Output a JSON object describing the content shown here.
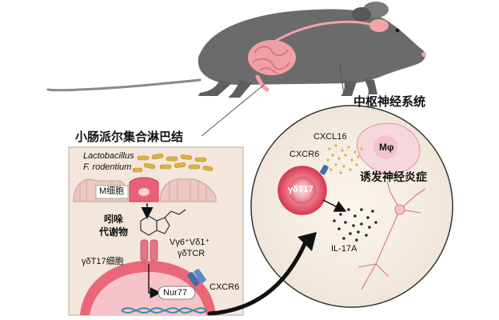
{
  "labels": {
    "lymph_node_title": "小肠派尔集合淋巴结",
    "cns_title": "中枢神经系统",
    "bacteria_line1": "Lactobacillus",
    "bacteria_line2": "F. rodentium",
    "m_cell": "M细胞",
    "indole_line1": "吲哚",
    "indole_line2": "代谢物",
    "tcr_line1": "Vγ6⁺Vδ1⁺",
    "tcr_line2": "γδTCR",
    "gd_cell": "γδT17细胞",
    "nur77": "Nur77",
    "cxcr6_left": "CXCR6",
    "cxcl16": "CXCL16",
    "macrophage": "Mφ",
    "cxcr6_right": "CXCR6",
    "gd_right": "γδT17",
    "neuroinflammation": "诱发神经炎症",
    "il17a": "IL-17A"
  },
  "colors": {
    "mouse_body": "#6b6b6b",
    "organ_pink": "#f0a0a4",
    "panel_bg": "#f3e6dc",
    "cell_red": "#e0455a",
    "cytokine_gold": "#d9b33b",
    "receptor_blue": "#3f6fa8"
  }
}
